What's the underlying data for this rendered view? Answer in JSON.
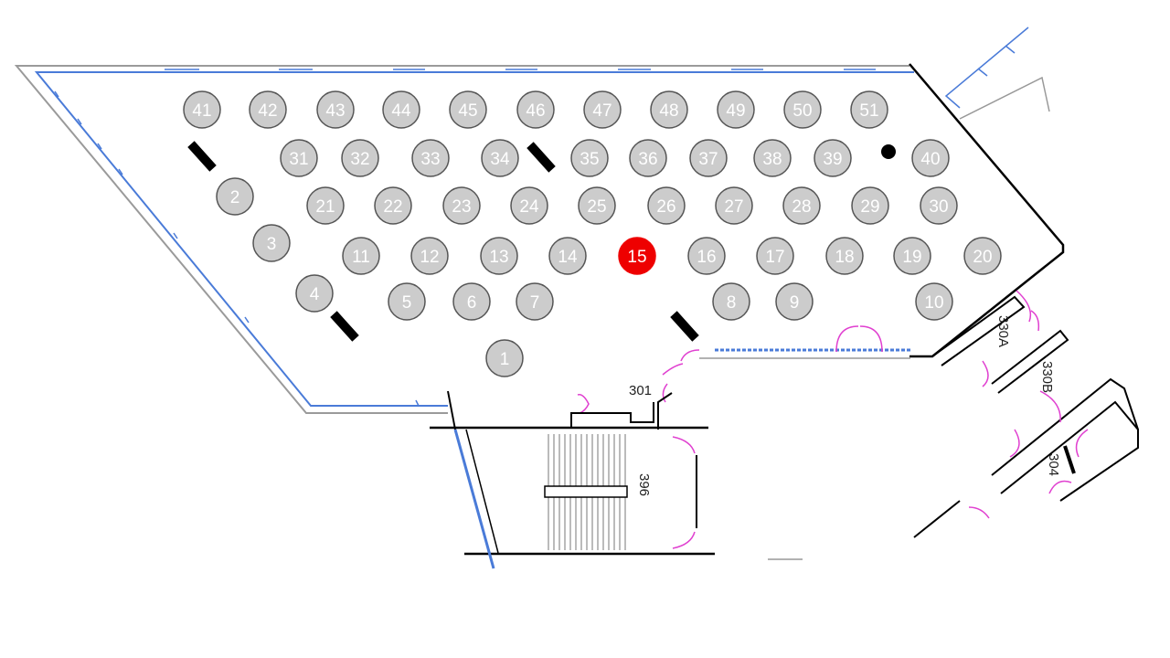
{
  "tables": [
    {
      "id": "1"
    },
    {
      "id": "2"
    },
    {
      "id": "3"
    },
    {
      "id": "4"
    },
    {
      "id": "5"
    },
    {
      "id": "6"
    },
    {
      "id": "7"
    },
    {
      "id": "8"
    },
    {
      "id": "9"
    },
    {
      "id": "10"
    },
    {
      "id": "11"
    },
    {
      "id": "12"
    },
    {
      "id": "13"
    },
    {
      "id": "14"
    },
    {
      "id": "15",
      "highlighted": true
    },
    {
      "id": "16"
    },
    {
      "id": "17"
    },
    {
      "id": "18"
    },
    {
      "id": "19"
    },
    {
      "id": "20"
    },
    {
      "id": "21"
    },
    {
      "id": "22"
    },
    {
      "id": "23"
    },
    {
      "id": "24"
    },
    {
      "id": "25"
    },
    {
      "id": "26"
    },
    {
      "id": "27"
    },
    {
      "id": "28"
    },
    {
      "id": "29"
    },
    {
      "id": "30"
    },
    {
      "id": "31"
    },
    {
      "id": "32"
    },
    {
      "id": "33"
    },
    {
      "id": "34"
    },
    {
      "id": "35"
    },
    {
      "id": "36"
    },
    {
      "id": "37"
    },
    {
      "id": "38"
    },
    {
      "id": "39"
    },
    {
      "id": "40"
    },
    {
      "id": "41"
    },
    {
      "id": "42"
    },
    {
      "id": "43"
    },
    {
      "id": "44"
    },
    {
      "id": "45"
    },
    {
      "id": "46"
    },
    {
      "id": "47"
    },
    {
      "id": "48"
    },
    {
      "id": "49"
    },
    {
      "id": "50"
    },
    {
      "id": "51"
    }
  ],
  "rooms": {
    "r301": "301",
    "r330a": "330A",
    "r330b": "330B",
    "r396": "396",
    "r304": "304"
  },
  "colors": {
    "table_fill": "#cccccc",
    "table_stroke": "#555555",
    "highlight_fill": "#ee0000",
    "wall_blue": "#4a7bd8",
    "door_pink": "#e040d0",
    "wall_black": "#000000"
  }
}
